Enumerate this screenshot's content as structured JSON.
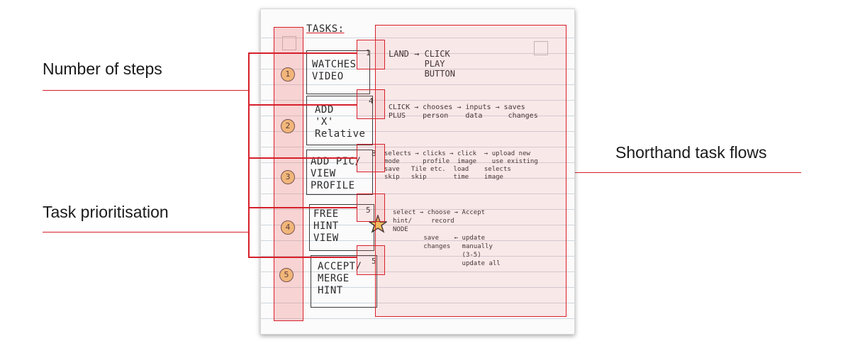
{
  "labels": {
    "steps": "Number of steps",
    "prioritisation": "Task prioritisation",
    "flows": "Shorthand task flows"
  },
  "notebook": {
    "heading": "TASKS:",
    "tasks": [
      {
        "priority": "1",
        "name": "WATCHES\nVIDEO",
        "steps": "1",
        "flow": "LAND → CLICK\n       PLAY\n       BUTTON"
      },
      {
        "priority": "2",
        "name": "ADD\n'X'\nRelative",
        "steps": "4",
        "flow": "CLICK → chooses → inputs → saves\nPLUS    person    data      changes"
      },
      {
        "priority": "3",
        "name": "ADD PIC/\nVIEW\nPROFILE",
        "steps": "8",
        "flow": "selects → clicks → click  → upload new\nmode      profile  image    use existing\nsave   Tile etc.  load    selects\nskip   skip       time    image"
      },
      {
        "priority": "4",
        "name": "FREE\nHINT\nVIEW",
        "steps": "5",
        "flow": "select → choose → Accept\nhint/     record\nNODE\n        save    ← update\n        changes   manually\n                  (3-5)\n                  update all"
      },
      {
        "priority": "5",
        "name": "ACCEPT/\nMERGE\nHINT",
        "steps": "5",
        "flow": ""
      }
    ]
  },
  "colors": {
    "accent": "#d6202b",
    "highlight": "rgba(240,120,120,0.25)",
    "priority_badge": "#f2d27a"
  }
}
